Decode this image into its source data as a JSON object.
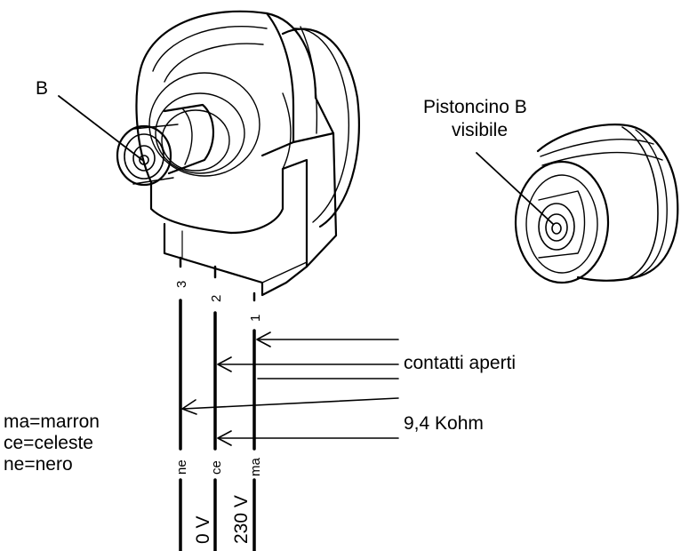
{
  "labels": {
    "b": "B",
    "piston_line1": "Pistoncino B",
    "piston_line2": "visibile",
    "contacts_open": "contatti aperti",
    "resistance": "9,4 Kohm",
    "legend": [
      "ma=marron",
      "ce=celeste",
      "ne=nero"
    ]
  },
  "wires": [
    {
      "pin": "3",
      "code": "ne",
      "voltage": "0 V"
    },
    {
      "pin": "2",
      "code": "ce",
      "voltage": "230 V"
    },
    {
      "pin": "1",
      "code": "ma",
      "voltage": ""
    }
  ],
  "colors": {
    "line": "#000000",
    "background": "#ffffff"
  }
}
